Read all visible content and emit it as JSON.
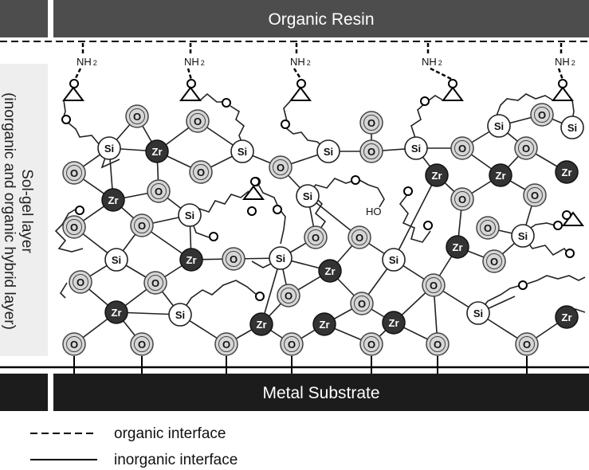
{
  "resin_label": "Organic Resin",
  "substrate_label": "Metal Substrate",
  "sol_gel_label": {
    "line1": "Sol-gel layer",
    "line2": "(inorganic and organic hybrid layer)"
  },
  "amine_label": "NH",
  "amine_subscript": "2",
  "hydroxyl_label": "HO",
  "atom_labels": {
    "oxygen": "O",
    "silicon": "Si",
    "zirconium": "Zr"
  },
  "legend": {
    "organic": "organic interface",
    "inorganic": "inorganic interface"
  },
  "colors": {
    "resin_bar": "#4d4d4d",
    "substrate_bar": "#1c1c1c",
    "side_panel": "#eeeeee",
    "oxygen_fill": "#d6d6d6",
    "silicon_fill": "#ffffff",
    "zirconium_fill": "#333333"
  }
}
